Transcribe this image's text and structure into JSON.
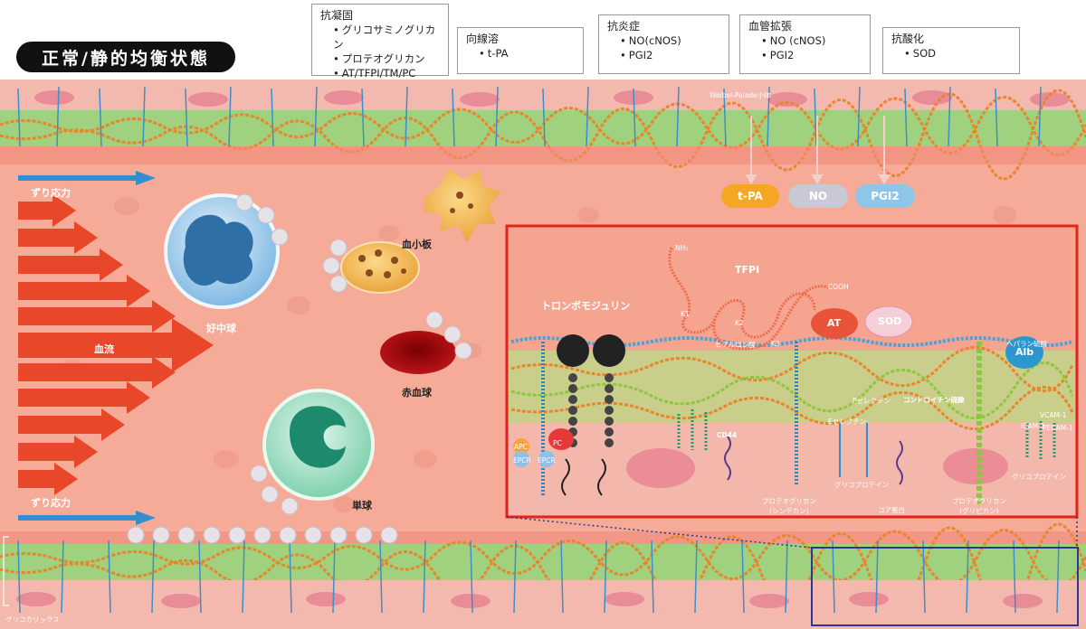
{
  "title": "正常/静的均衡状態",
  "boxes": {
    "anticoag": {
      "heading": "抗凝固",
      "items": [
        "グリコサミノグリカン",
        "プロテオグリカン",
        "AT/TFPI/TM/PC"
      ]
    },
    "fibrinolysis": {
      "heading": "向線溶",
      "items": [
        "t-PA"
      ]
    },
    "antiinflam": {
      "heading": "抗炎症",
      "items": [
        "NO(cNOS)",
        "PGI2"
      ]
    },
    "vasodil": {
      "heading": "血管拡張",
      "items": [
        "NO (cNOS)",
        "PGI2"
      ]
    },
    "antioxid": {
      "heading": "抗酸化",
      "items": [
        "SOD"
      ]
    }
  },
  "labels": {
    "shear_top": "ずり応力",
    "shear_bottom": "ずり応力",
    "bloodflow": "血流",
    "neutrophil": "好中球",
    "platelet": "血小板",
    "rbc": "赤血球",
    "monocyte": "単球",
    "weibel": "Weibel-Palade小体",
    "glycocalyx": "グリコカリックス"
  },
  "pills": {
    "tpa": "t-PA",
    "no": "NO",
    "pgi2": "PGI2"
  },
  "inset": {
    "thrombomodulin": "トロンボモジュリン",
    "tfpi": "TFPI",
    "nh2": "NH₂",
    "cooh": "COOH",
    "k1": "K1",
    "k2": "K2",
    "k3": "K3",
    "hyaluronan": "ヒアルロン酸",
    "at": "AT",
    "sod": "SOD",
    "heparan": "ヘパラン硫酸",
    "alb": "Alb",
    "chondroitin": "コンドロイチン硫酸",
    "psel": "Pセレクチン",
    "esel": "Eセレクチン",
    "icam": "ICAM-1",
    "vcam": "VCAM-1",
    "pecam": "PECAM-1",
    "cd44": "CD44",
    "apc": "APC",
    "pc": "PC",
    "epcr1": "EPCR",
    "epcr2": "EPCR",
    "glycoprotein1": "グリコプロテイン",
    "glycoprotein2": "グリコプロテイン",
    "proteoglycan_syn": "プロテオグリカン\n(シンデカン)",
    "core_protein": "コア蛋白",
    "proteoglycan_gly": "プロテオグリカン\n(グリピカン)"
  },
  "colors": {
    "lumen": "#f4a692",
    "wall": "#f2b3a8",
    "accent_red": "#e0251b",
    "arrow": "#e8472a",
    "shear": "#2f8fcf"
  }
}
